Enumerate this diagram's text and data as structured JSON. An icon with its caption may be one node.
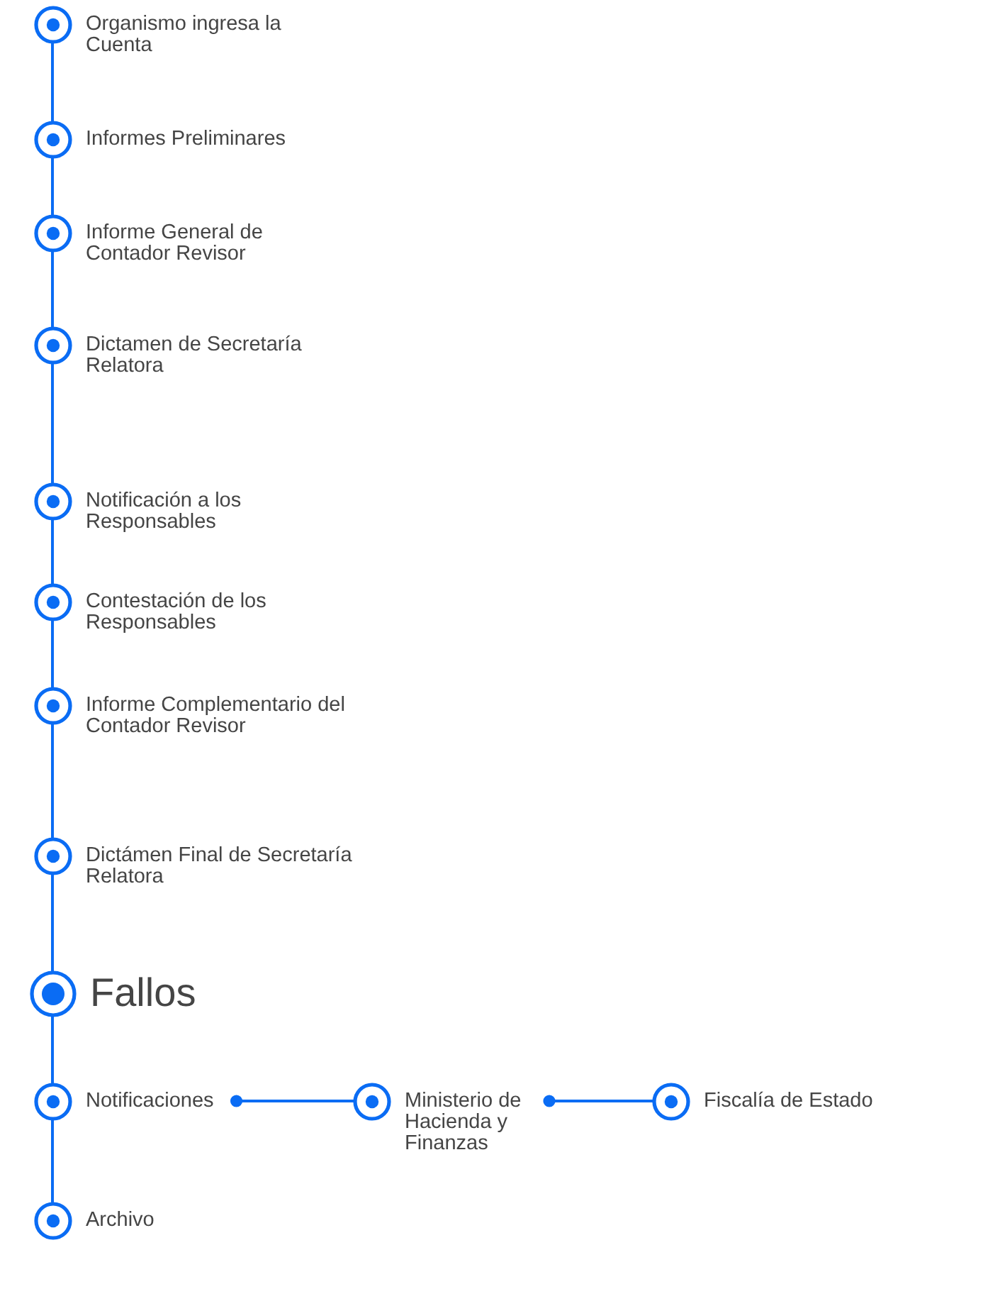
{
  "diagram": {
    "nodes": [
      {
        "text": [
          "Organismo ingresa la Cuenta"
        ]
      },
      {
        "text": [
          "Informes Preliminares"
        ]
      },
      {
        "text": [
          "Informe General de Contador Revisor"
        ]
      },
      {
        "text": [
          "Dictamen de Secretaría Relatora"
        ]
      },
      {
        "text": [
          "Notificación a los Responsables"
        ]
      },
      {
        "text": [
          "Contestación de los Responsables"
        ]
      },
      {
        "text": [
          "Informe Complementario del Contador Revisor"
        ]
      },
      {
        "text": [
          "Dictámen Final de Secretaría Relatora"
        ]
      },
      {
        "text": [
          "Fallos"
        ]
      },
      {
        "text": [
          "Notificaciones"
        ]
      },
      {
        "text": [
          "Ministerio de Hacienda y Finanzas"
        ]
      },
      {
        "text": [
          "Fiscalía de Estado"
        ]
      },
      {
        "text": [
          "Archivo"
        ]
      }
    ],
    "edges": [
      {
        "from": 0,
        "to": 1,
        "arrow": "none"
      },
      {
        "from": 1,
        "to": 2,
        "arrow": "none"
      },
      {
        "from": 2,
        "to": 3,
        "arrow": "none"
      },
      {
        "from": 3,
        "to": 4,
        "arrow": "none"
      },
      {
        "from": 4,
        "to": 5,
        "arrow": "none"
      },
      {
        "from": 5,
        "to": 6,
        "arrow": "none"
      },
      {
        "from": 6,
        "to": 7,
        "arrow": "none"
      },
      {
        "from": 7,
        "to": 8,
        "arrow": "none"
      },
      {
        "from": 8,
        "to": 9,
        "arrow": "none"
      },
      {
        "from": 9,
        "to": 10,
        "arrow": "other"
      },
      {
        "from": 10,
        "to": 11,
        "arrow": "other"
      },
      {
        "from": 9,
        "to": 12,
        "arrow": "none"
      }
    ]
  }
}
